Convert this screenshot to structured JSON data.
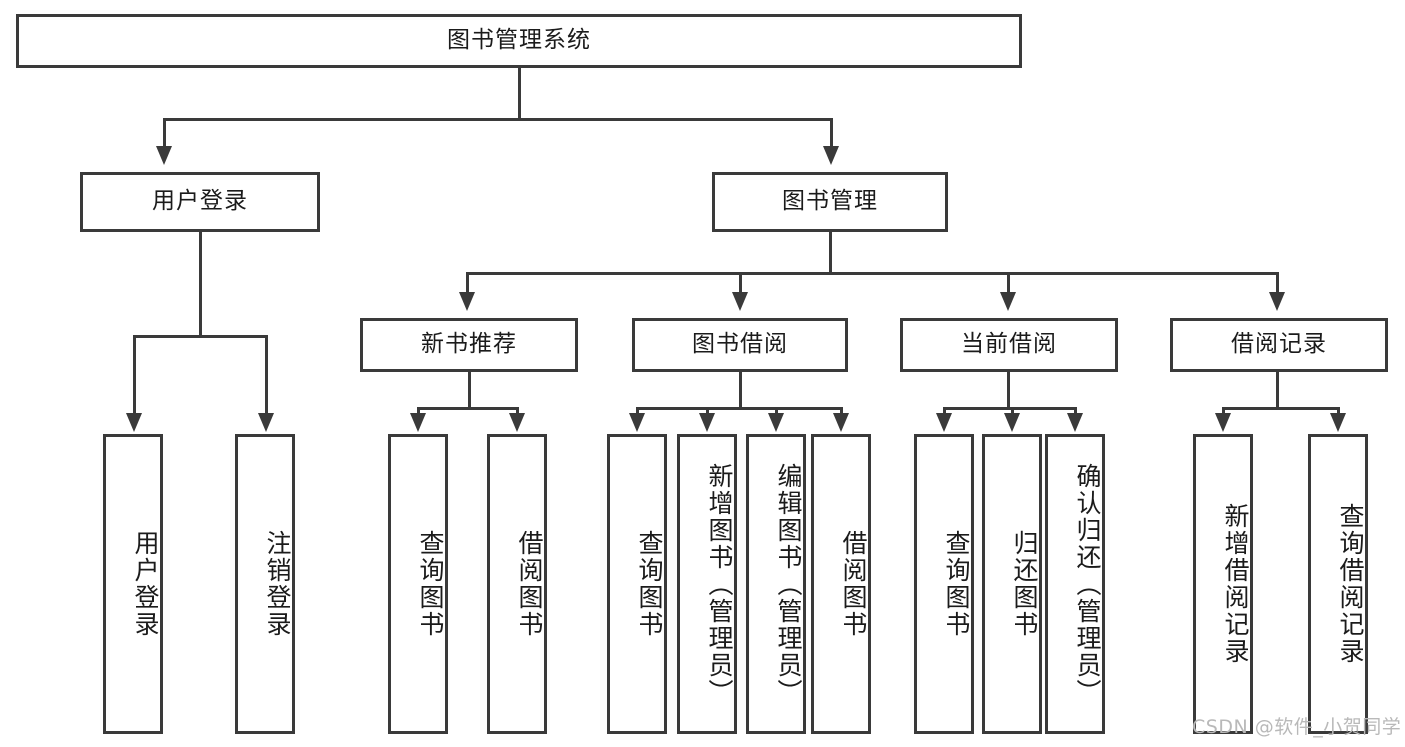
{
  "diagram": {
    "type": "tree-hierarchy",
    "title_node": {
      "label": "图书管理系统"
    },
    "level2": [
      {
        "label": "用户登录"
      },
      {
        "label": "图书管理"
      }
    ],
    "level3": [
      {
        "label": "新书推荐"
      },
      {
        "label": "图书借阅"
      },
      {
        "label": "当前借阅"
      },
      {
        "label": "借阅记录"
      }
    ],
    "leaves": {
      "user_login": [
        {
          "label": "用户登录"
        },
        {
          "label": "注销登录"
        }
      ],
      "new_book_recommend": [
        {
          "label": "查询图书"
        },
        {
          "label": "借阅图书"
        }
      ],
      "book_borrow": [
        {
          "label": "查询图书"
        },
        {
          "label": "新增图书（管理员）"
        },
        {
          "label": "编辑图书（管理员）"
        },
        {
          "label": "借阅图书"
        }
      ],
      "current_borrow": [
        {
          "label": "查询图书"
        },
        {
          "label": "归还图书"
        },
        {
          "label": "确认归还（管理员）"
        }
      ],
      "borrow_record": [
        {
          "label": "新增借阅记录"
        },
        {
          "label": "查询借阅记录"
        }
      ]
    },
    "watermark": {
      "text": "CSDN @软件_小贺同学"
    },
    "colors": {
      "stroke": "#3a3a3a",
      "fill": "#ffffff",
      "text": "#1b1b1b",
      "watermark": "#b9b9b9"
    }
  }
}
